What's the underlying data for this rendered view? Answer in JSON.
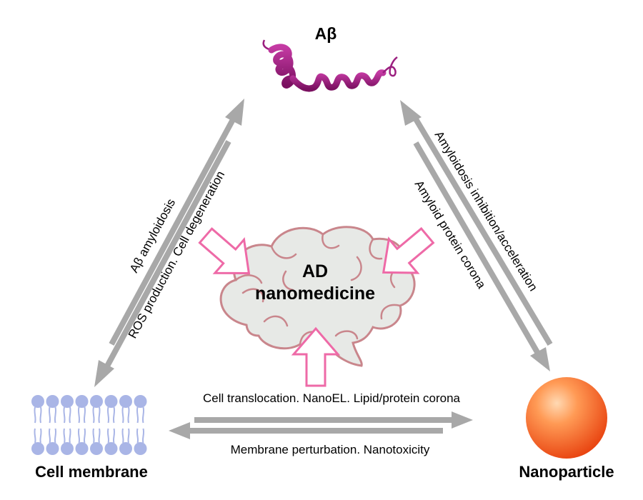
{
  "nodes": {
    "abeta": {
      "label": "Aβ",
      "color": "#9b1f7f"
    },
    "membrane": {
      "label": "Cell membrane",
      "color": "#a9b5e6"
    },
    "nanoparticle": {
      "label": "Nanoparticle",
      "color": "#f25a1c"
    }
  },
  "center": {
    "line1": "AD",
    "line2": "nanomedicine",
    "brain_fill": "#e7e9e6",
    "brain_stroke": "#c9868c",
    "arrow_color": "#ee6aa7"
  },
  "edges": {
    "left_outer": "Aβ amyloidosis",
    "left_inner": "ROS production. Cell degeneration",
    "right_outer": "Amyloidosis inhibition/acceleration",
    "right_inner": "Amyloid protein corona",
    "bottom_top": "Cell translocation. NanoEL. Lipid/protein corona",
    "bottom_bottom": "Membrane perturbation. Nanotoxicity",
    "arrow_color": "#a8a8a8"
  }
}
